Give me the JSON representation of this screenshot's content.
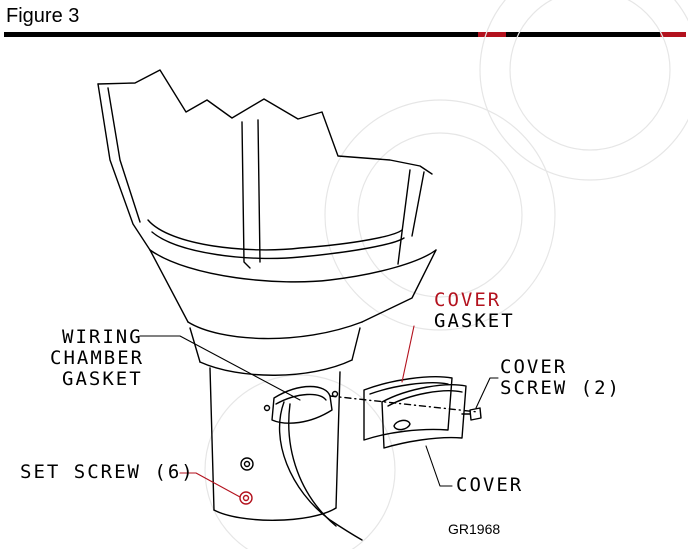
{
  "figure": {
    "title": "Figure 3",
    "drawing_id": "GR1968"
  },
  "labels": {
    "cover_gasket_line1": "COVER",
    "cover_gasket_line2": "GASKET",
    "cover_screw_line1": "COVER",
    "cover_screw_line2": "SCREW (2)",
    "wiring_line1": "WIRING",
    "wiring_line2": "CHAMBER",
    "wiring_line3": "GASKET",
    "set_screw": "SET SCREW (6)",
    "cover": "COVER"
  },
  "colors": {
    "ink": "#000000",
    "accent": "#b3121e",
    "watermark": "#e6e6e6"
  }
}
